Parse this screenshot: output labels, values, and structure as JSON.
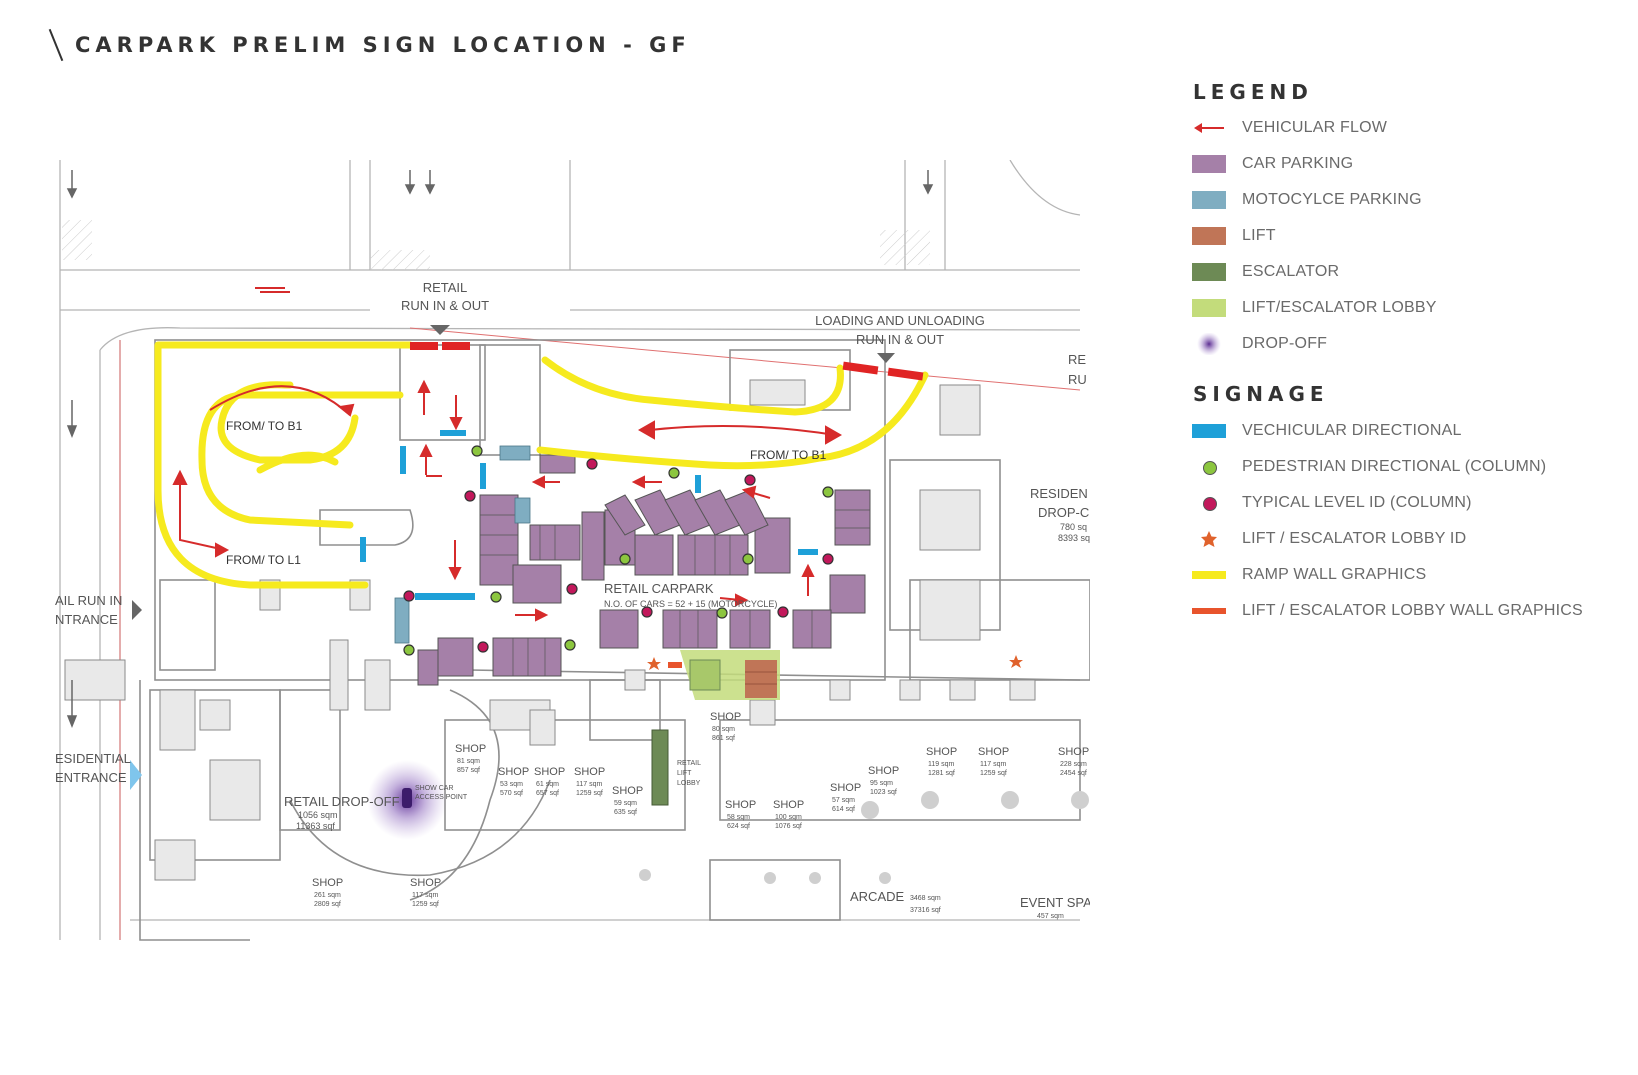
{
  "title": "CARPARK PRELIM SIGN LOCATION - GF",
  "legend": {
    "heading": "LEGEND",
    "items": [
      {
        "label": "VEHICULAR FLOW",
        "color": "#d62b2b",
        "icon": "red-arrow"
      },
      {
        "label": "CAR PARKING",
        "color": "#a580a8",
        "icon": "purple-swatch"
      },
      {
        "label": "MOTOCYLCE PARKING",
        "color": "#7fadc1",
        "icon": "blue-grey-swatch"
      },
      {
        "label": "LIFT",
        "color": "#c07557",
        "icon": "brown-swatch"
      },
      {
        "label": "ESCALATOR",
        "color": "#6d8a55",
        "icon": "green-swatch"
      },
      {
        "label": "LIFT/ESCALATOR LOBBY",
        "color": "#c3dc7b",
        "icon": "lime-swatch"
      },
      {
        "label": "DROP-OFF",
        "color": "#6b3fa0",
        "icon": "purple-glow"
      }
    ]
  },
  "signage": {
    "heading": "SIGNAGE",
    "items": [
      {
        "label": "VECHICULAR DIRECTIONAL",
        "color": "#1ea0d8",
        "icon": "blue-bar"
      },
      {
        "label": "PEDESTRIAN DIRECTIONAL (COLUMN)",
        "color": "#8cc63f",
        "icon": "green-dot"
      },
      {
        "label": "TYPICAL LEVEL ID (COLUMN)",
        "color": "#c2185b",
        "icon": "magenta-dot"
      },
      {
        "label": "LIFT / ESCALATOR LOBBY ID",
        "color": "#e0622c",
        "icon": "orange-star"
      },
      {
        "label": "RAMP WALL GRAPHICS",
        "color": "#f6ea1e",
        "icon": "yellow-bar"
      },
      {
        "label": "LIFT /  ESCALATOR LOBBY WALL GRAPHICS",
        "color": "#e8542c",
        "icon": "orange-bar"
      }
    ]
  },
  "plan": {
    "labels": {
      "retail_run": "RETAIL",
      "retail_run2": "RUN IN & OUT",
      "loading": "LOADING AND UNLOADING",
      "loading2": "RUN IN & OUT",
      "from_to_b1_left": "FROM/ TO B1",
      "from_to_b1_right": "FROM/ TO B1",
      "from_to_l1": "FROM/ TO L1",
      "retail_carpark": "RETAIL CARPARK",
      "cars_count": "N.O. OF CARS = 52 + 15 (MOTORCYCLE)",
      "retail_run_entrance": "AIL RUN IN",
      "retail_run_entrance2": "NTRANCE",
      "residential_entrance": "ESIDENTIAL",
      "residential_entrance2": "ENTRANCE",
      "retail_dropoff": "RETAIL DROP-OFF",
      "dropoff_area": "1056 sqm",
      "dropoff_area2": "11363 sqf",
      "show_car": "SHOW CAR",
      "show_car2": "ACCESS POINT",
      "residen": "RESIDEN",
      "drop_c": "DROP-C",
      "re": "RE",
      "ru": "RU",
      "retail_lift": "RETAIL",
      "retail_lift2": "LIFT",
      "retail_lift3": "LOBBY",
      "arcade": "ARCADE",
      "arcade_area": "3468 sqm",
      "arcade_area2": "37316 sqf",
      "event": "EVENT SPA",
      "event_area": "457 sqm",
      "shops": [
        {
          "name": "SHOP",
          "sqm": "81 sqm",
          "sqf": "857 sqf"
        },
        {
          "name": "SHOP",
          "sqm": "53 sqm",
          "sqf": "570 sqf"
        },
        {
          "name": "SHOP",
          "sqm": "61 sqm",
          "sqf": "657 sqf"
        },
        {
          "name": "SHOP",
          "sqm": "117 sqm",
          "sqf": "1259 sqf"
        },
        {
          "name": "SHOP",
          "sqm": "59 sqm",
          "sqf": "635 sqf"
        },
        {
          "name": "SHOP",
          "sqm": "80 sqm",
          "sqf": "861 sqf"
        },
        {
          "name": "SHOP",
          "sqm": "58 sqm",
          "sqf": "624 sqf"
        },
        {
          "name": "SHOP",
          "sqm": "100 sqm",
          "sqf": "1076 sqf"
        },
        {
          "name": "SHOP",
          "sqm": "57 sqm",
          "sqf": "614 sqf"
        },
        {
          "name": "SHOP",
          "sqm": "95 sqm",
          "sqf": "1023 sqf"
        },
        {
          "name": "SHOP",
          "sqm": "119 sqm",
          "sqf": "1281 sqf"
        },
        {
          "name": "SHOP",
          "sqm": "117 sqm",
          "sqf": "1259 sqf"
        },
        {
          "name": "SHOP",
          "sqm": "228 sqm",
          "sqf": "2454 sqf"
        },
        {
          "name": "SHOP",
          "sqm": "261 sqm",
          "sqf": "2809 sqf"
        },
        {
          "name": "SHOP",
          "sqm": "117 sqm",
          "sqf": "1259 sqf"
        }
      ]
    }
  }
}
